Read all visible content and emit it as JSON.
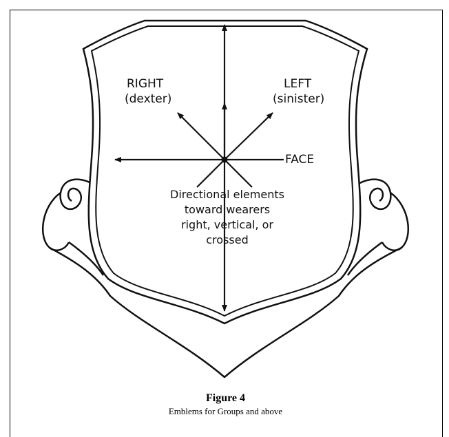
{
  "labels": {
    "right": "RIGHT",
    "right_sub": "(dexter)",
    "left": "LEFT",
    "left_sub": "(sinister)",
    "face": "FACE",
    "center_line1": "Directional elements",
    "center_line2": "toward wearers",
    "center_line3": "right, vertical, or",
    "center_line4": "crossed"
  },
  "caption": {
    "title": "Figure 4",
    "subtitle": "Emblems for Groups and above"
  }
}
